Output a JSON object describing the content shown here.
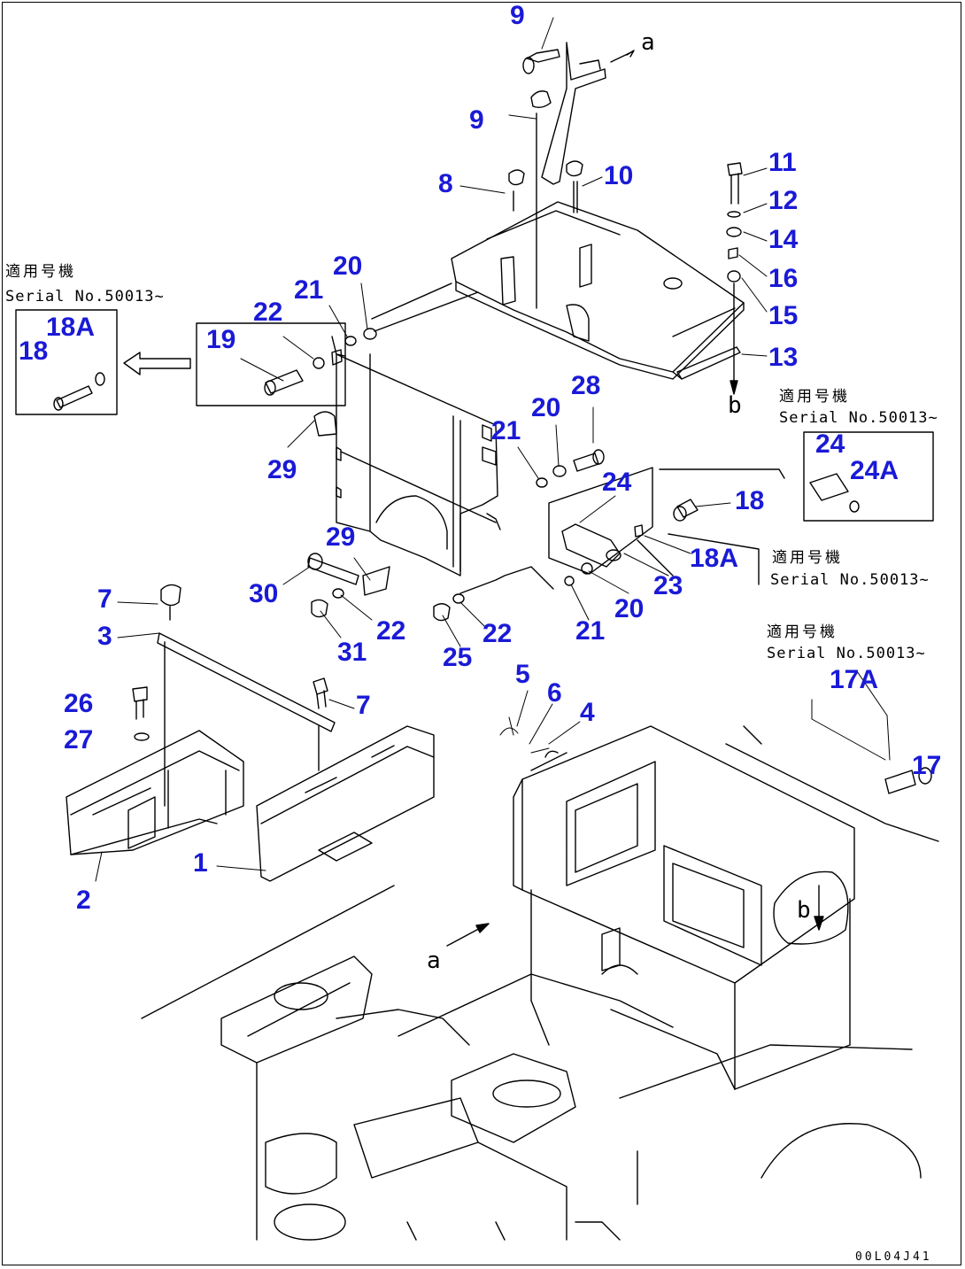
{
  "colors": {
    "callout": "#1a1ad6",
    "line": "#000000",
    "background": "#ffffff"
  },
  "serial_note": {
    "heading": "適用号機",
    "left": "Serial No.50013~",
    "right_top": "Serial No.50013~",
    "right_mid": "Serial No.50013~",
    "right_low": "Serial No.50013~"
  },
  "reference_marks": {
    "a_top": "a",
    "a_bottom": "a",
    "b_top": "b",
    "b_bottom": "b"
  },
  "drawing_code": "00L04J41",
  "callouts": {
    "c9a": "9",
    "c9b": "9",
    "c8": "8",
    "c10": "10",
    "c11": "11",
    "c12": "12",
    "c14": "14",
    "c16": "16",
    "c15": "15",
    "c13": "13",
    "c20a": "20",
    "c21a": "21",
    "c22a": "22",
    "c19": "19",
    "c18a_box": "18A",
    "c18_box": "18",
    "c29a": "29",
    "c21b": "21",
    "c20b": "20",
    "c28": "28",
    "c24_box": "24",
    "c24a_box": "24A",
    "c24": "24",
    "c18": "18",
    "c18a": "18A",
    "c23": "23",
    "c20c": "20",
    "c21c": "21",
    "c29b": "29",
    "c30": "30",
    "c22b": "22",
    "c31": "31",
    "c25": "25",
    "c22c": "22",
    "c7a": "7",
    "c3": "3",
    "c26": "26",
    "c7b": "7",
    "c27": "27",
    "c5": "5",
    "c6": "6",
    "c4": "4",
    "c17a": "17A",
    "c17": "17",
    "c1": "1",
    "c2": "2"
  }
}
